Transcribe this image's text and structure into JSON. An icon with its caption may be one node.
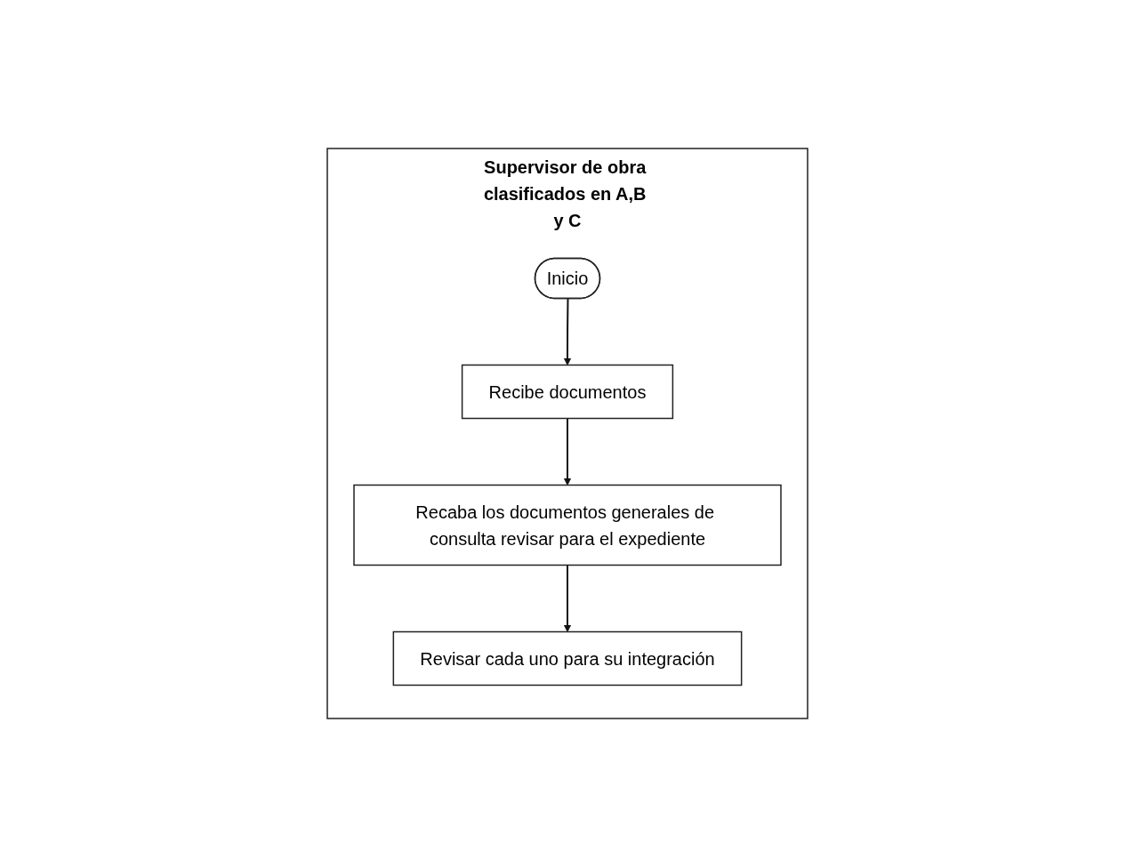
{
  "diagram": {
    "nodes": [
      {
        "text": [
          "Supervisor de obra clasificados en A,B y C"
        ]
      },
      {
        "text": [
          "Inicio"
        ],
        "in": 0
      },
      {
        "text": [
          "Recibe documentos"
        ],
        "in": 0
      },
      {
        "text": [
          "Recaba los documentos generales de consulta revisar para el expediente"
        ],
        "in": 0
      },
      {
        "text": [
          "Revisar cada uno para su integración"
        ],
        "in": 0
      }
    ],
    "edges": [
      {
        "from": 1,
        "to": 2,
        "arrow": "to"
      },
      {
        "from": 2,
        "to": 3,
        "arrow": "to"
      },
      {
        "from": 3,
        "to": 4,
        "arrow": "to"
      }
    ]
  }
}
